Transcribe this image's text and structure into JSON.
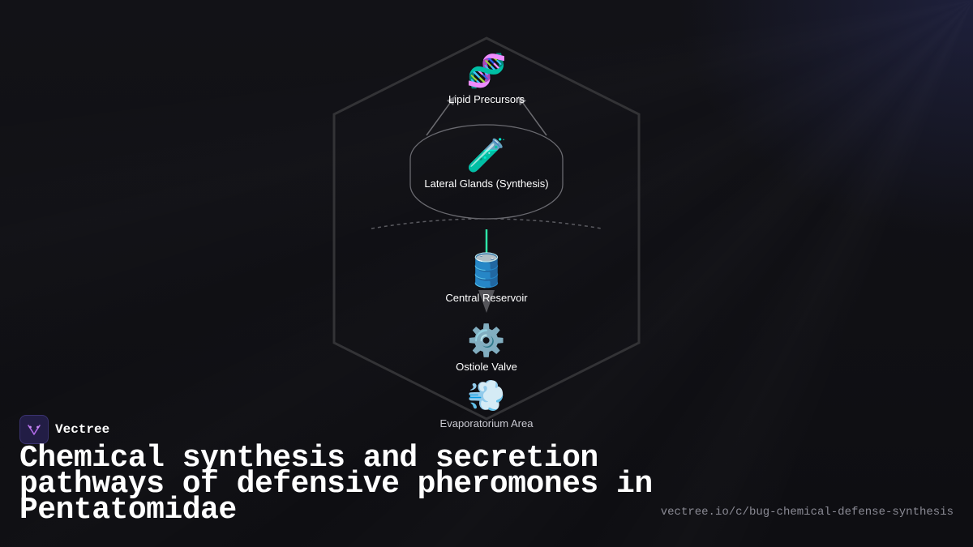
{
  "diagram": {
    "nodes": [
      {
        "id": "lipid",
        "icon_name": "dna-icon",
        "icon": "🧬",
        "label": "Lipid Precursors"
      },
      {
        "id": "glands",
        "icon_name": "test-tube-icon",
        "icon": "🧪",
        "label": "Lateral Glands (Synthesis)"
      },
      {
        "id": "reservoir",
        "icon_name": "barrel-icon",
        "icon": "🛢️",
        "label": "Central Reservoir"
      },
      {
        "id": "valve",
        "icon_name": "gear-icon",
        "icon": "⚙️",
        "label": "Ostiole Valve"
      },
      {
        "id": "evap",
        "icon_name": "dash-icon",
        "icon": "💨",
        "label": "Evaporatorium Area"
      }
    ],
    "colors": {
      "hexagon_stroke": "#333336",
      "arrow": "#6b6b70",
      "flow_accent": "#2ee6a8",
      "ellipse_stroke": "#6a6a70"
    }
  },
  "brand": {
    "name": "Vectree",
    "logo_icon": "vectree-logo-icon"
  },
  "title": "Chemical synthesis and secretion pathways of defensive pheromones in Pentatomidae",
  "url": "vectree.io/c/bug-chemical-defense-synthesis"
}
